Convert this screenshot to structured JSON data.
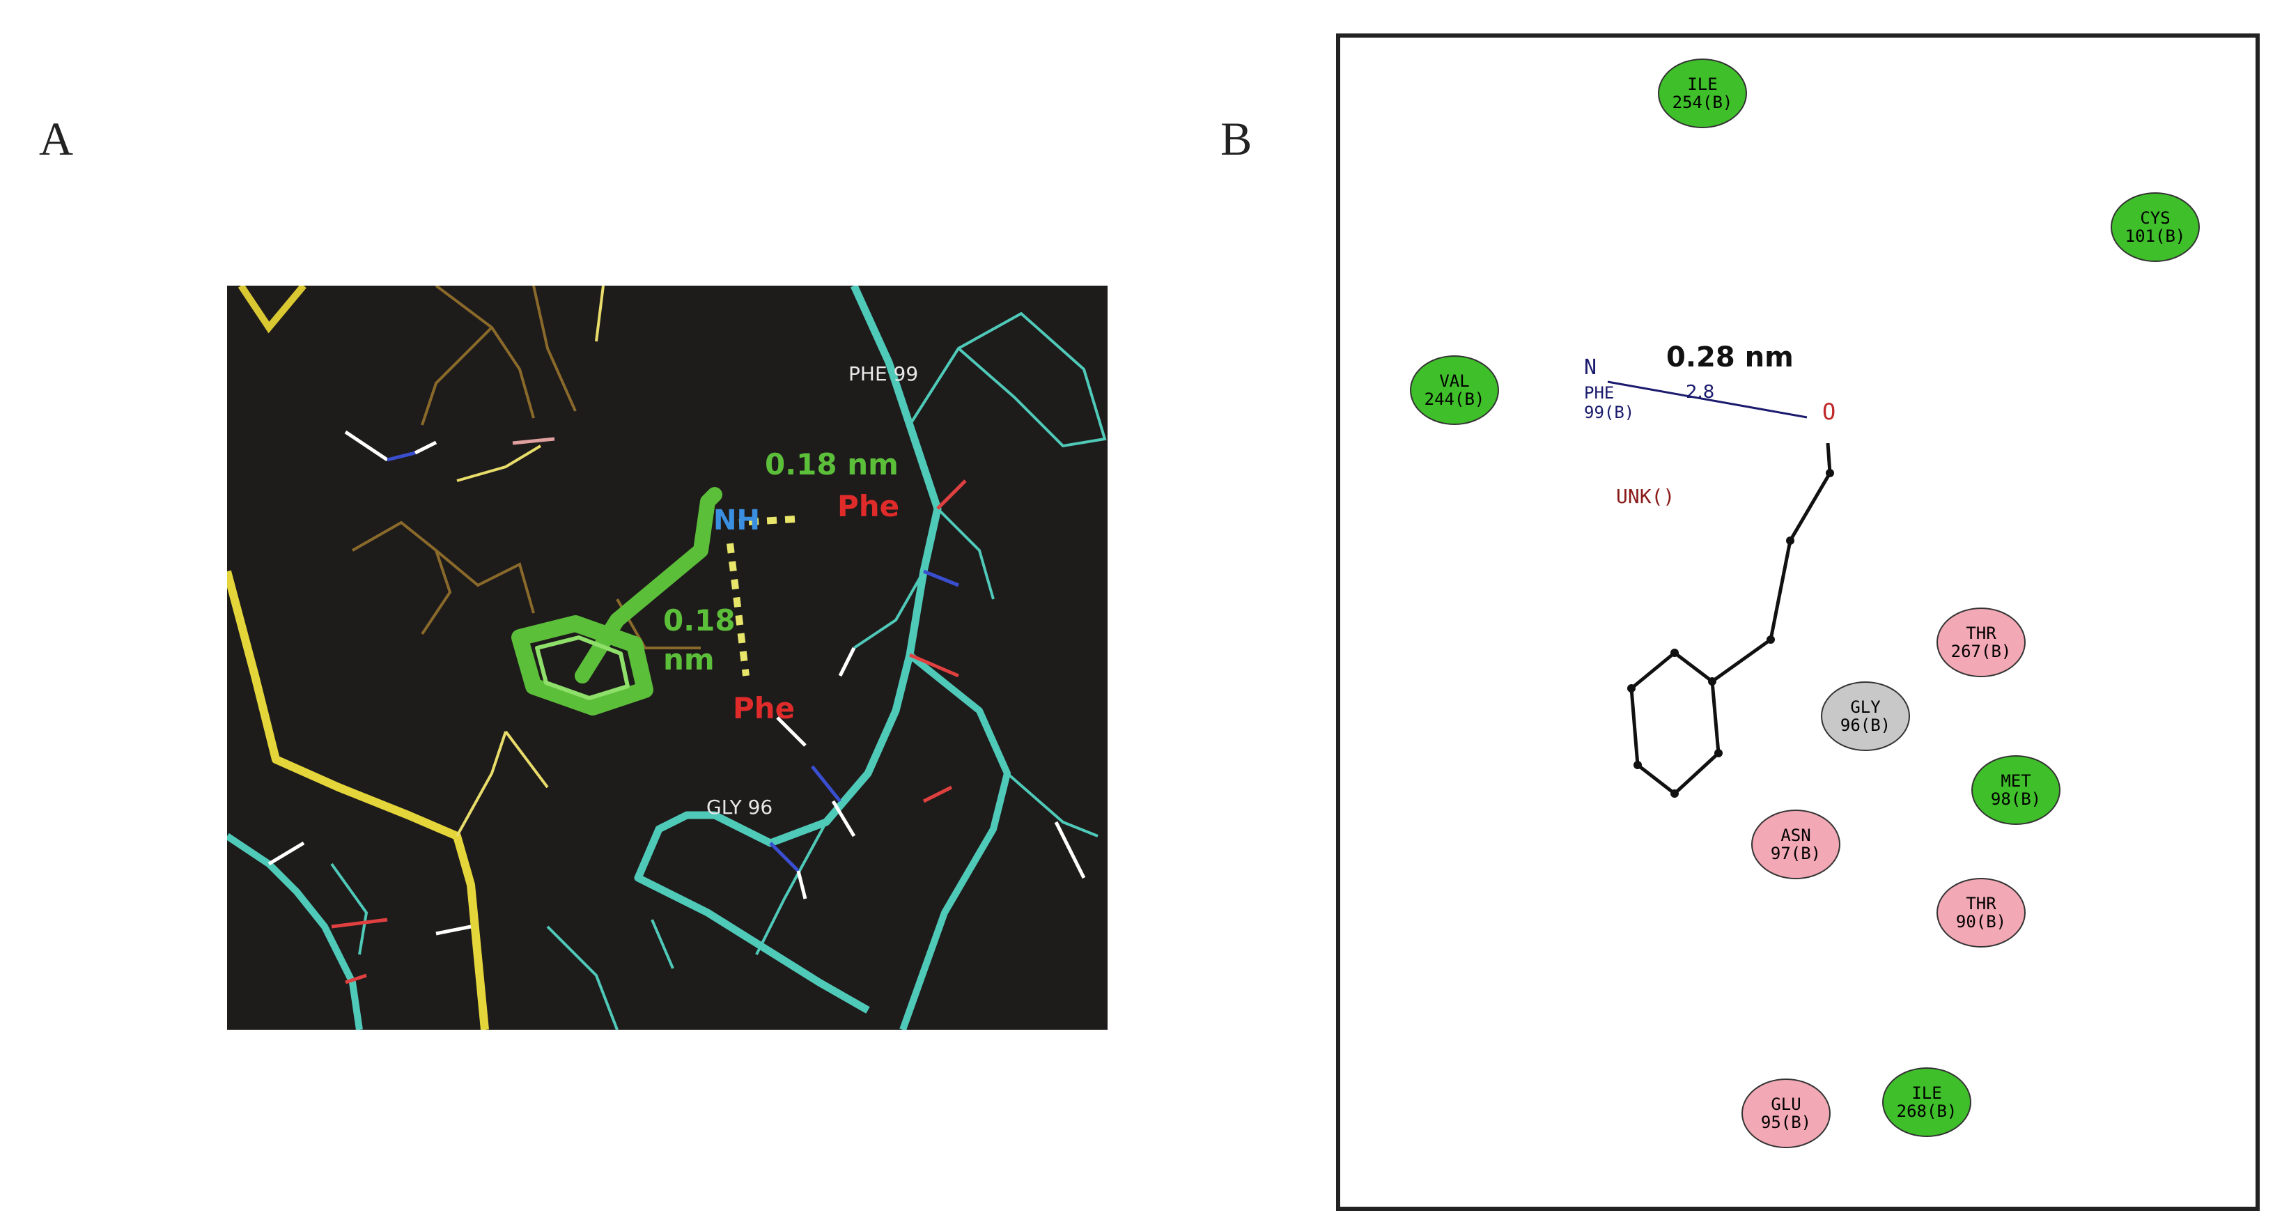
{
  "figure": {
    "panel_a_letter": "A",
    "panel_b_letter": "B"
  },
  "panel_a": {
    "colors": {
      "background": "#1e1b1b",
      "ligand": "#5cbf3a",
      "chain_cyan": "#4fc9b8",
      "chain_yellow": "#e4d63a",
      "hbond": "#e8e66a",
      "distance_text": "#5cbf3a",
      "residue_text": "#e02b2b",
      "atom_text": "#3a8fe0"
    },
    "labels": {
      "phe99": "PHE 99",
      "gly96": "GLY 96",
      "nh": "NH",
      "dist1": "0.18 nm",
      "dist2_line1": "0.18",
      "dist2_line2": "nm",
      "phe_upper": "Phe",
      "phe_lower": "Phe"
    }
  },
  "panel_b": {
    "hbond": {
      "distance_label": "0.28 nm",
      "bond_value": "2.8",
      "donor_atom": "N",
      "donor_residue_line1": "PHE",
      "donor_residue_line2": "99(B)",
      "acceptor_atom": "O",
      "ligand_label": "UNK()"
    },
    "colors": {
      "hydrophobic": "#3fbf2a",
      "polar": "#f2a8b5",
      "glycine": "#c8c8c8",
      "hbond_line": "#1a1a6e",
      "ligand_bond": "#111111",
      "ligand_label": "#8b1a1a"
    },
    "residues": [
      {
        "line1": "ILE",
        "line2": "254(B)",
        "kind": "hydrophobic"
      },
      {
        "line1": "CYS",
        "line2": "101(B)",
        "kind": "hydrophobic"
      },
      {
        "line1": "VAL",
        "line2": "244(B)",
        "kind": "hydrophobic"
      },
      {
        "line1": "THR",
        "line2": "267(B)",
        "kind": "polar"
      },
      {
        "line1": "GLY",
        "line2": "96(B)",
        "kind": "glycine"
      },
      {
        "line1": "MET",
        "line2": "98(B)",
        "kind": "hydrophobic"
      },
      {
        "line1": "ASN",
        "line2": "97(B)",
        "kind": "polar"
      },
      {
        "line1": "THR",
        "line2": "90(B)",
        "kind": "polar"
      },
      {
        "line1": "GLU",
        "line2": "95(B)",
        "kind": "polar"
      },
      {
        "line1": "ILE",
        "line2": "268(B)",
        "kind": "hydrophobic"
      }
    ]
  }
}
